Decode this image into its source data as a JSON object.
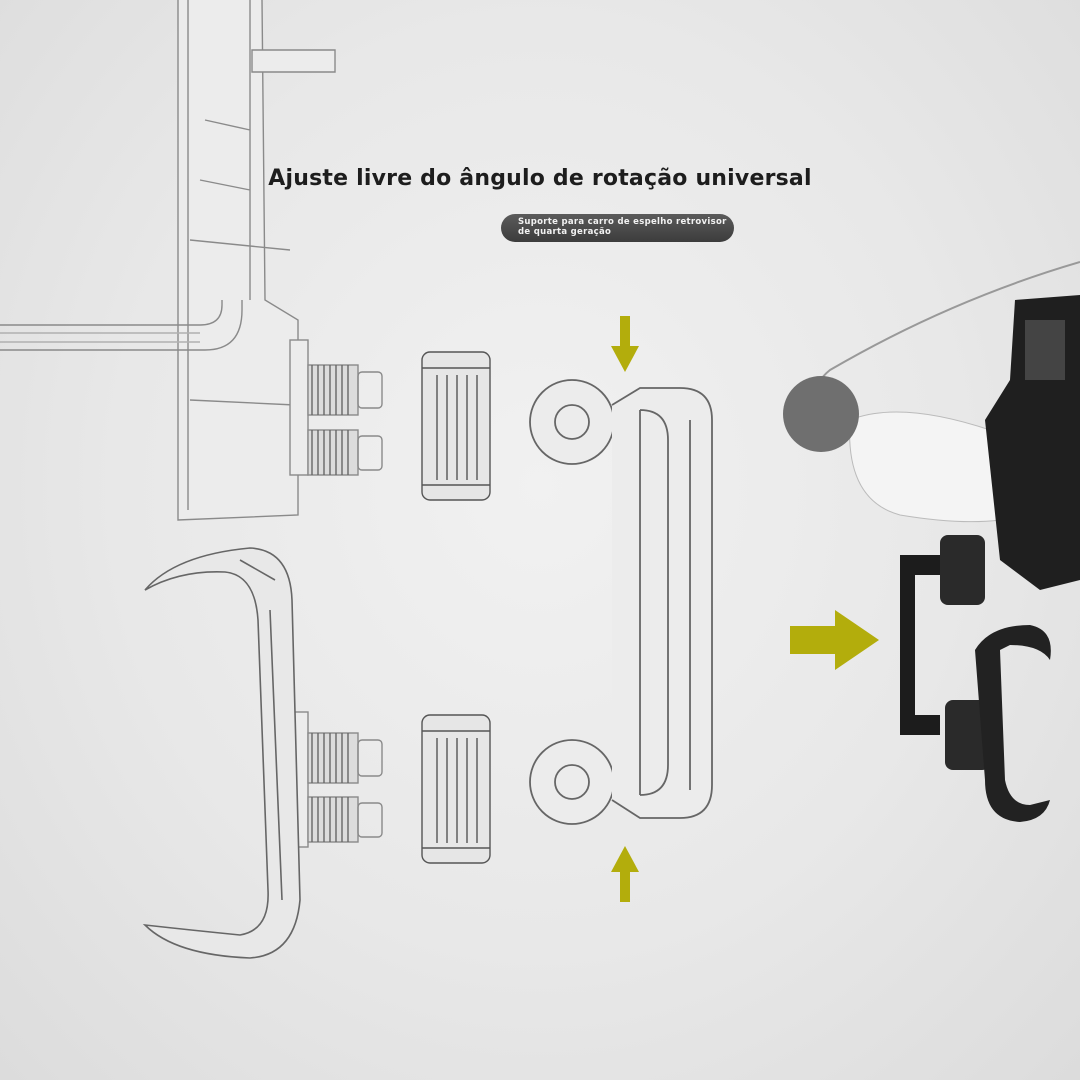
{
  "title": "Ajuste livre do ângulo de rotação universal",
  "badge": {
    "line1": "Suporte para carro de espelho retrovisor",
    "line2": "de quarta geração"
  },
  "colors": {
    "arrow": "#b3ad0c",
    "wireframe": "#8a8a8a",
    "product": "#1c1c1c"
  }
}
